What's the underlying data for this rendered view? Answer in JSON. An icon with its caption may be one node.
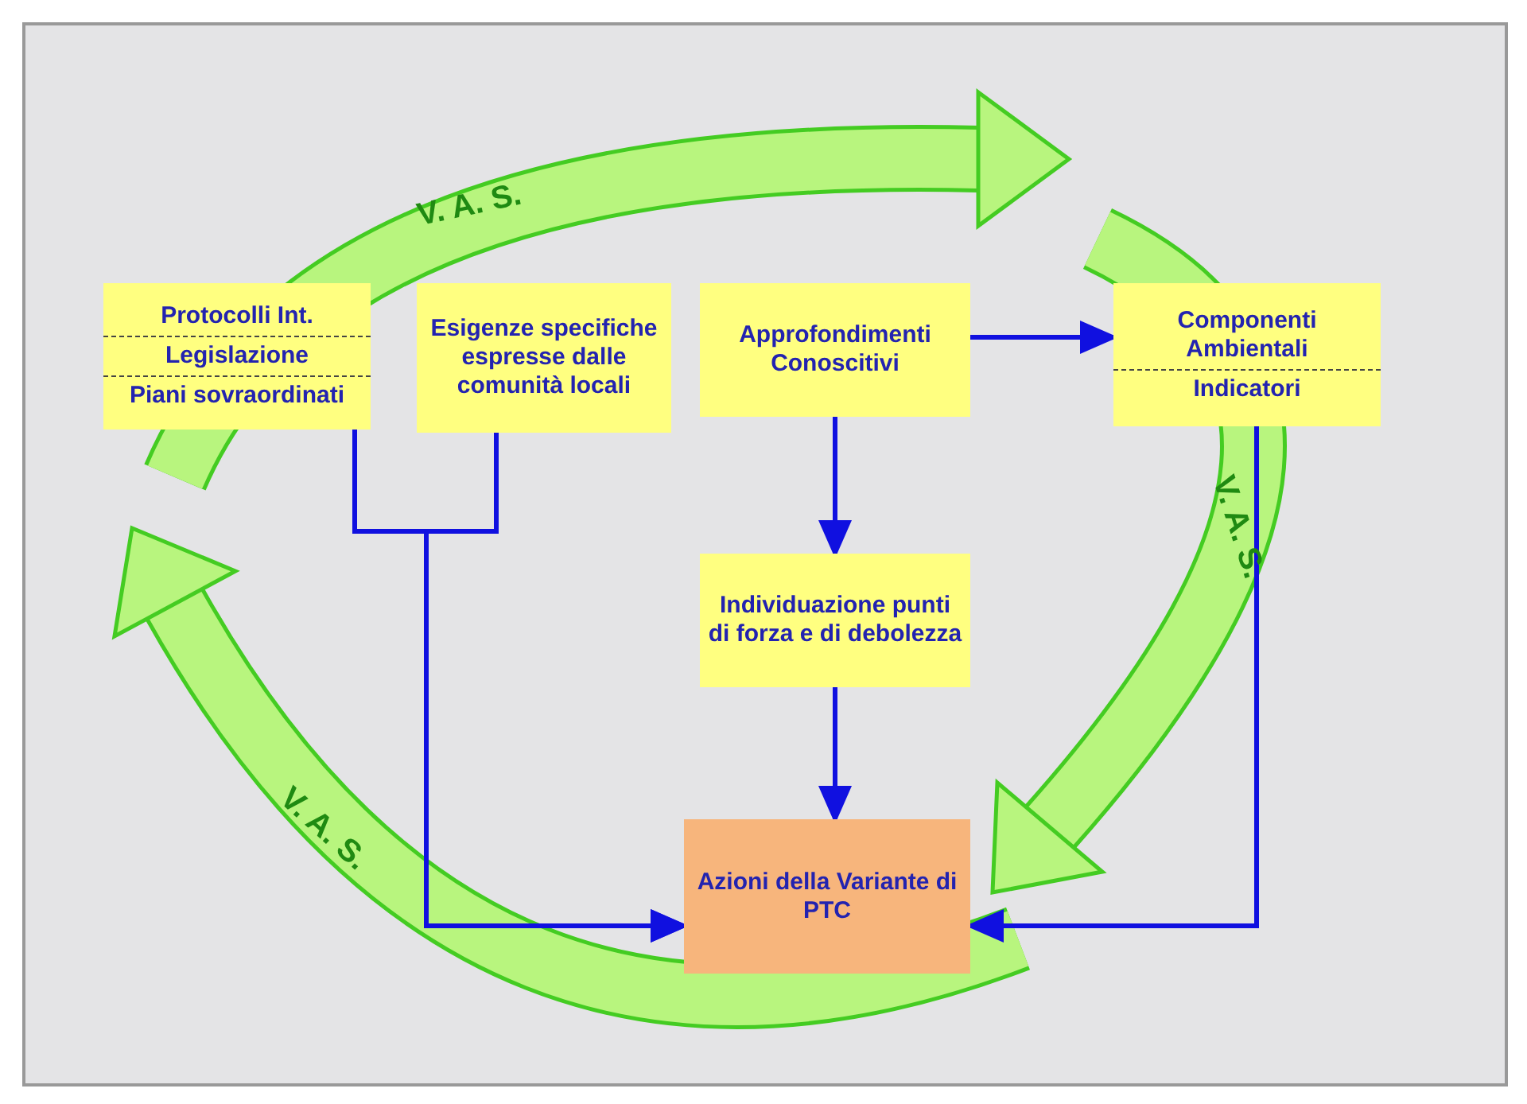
{
  "diagram": {
    "nodes": [
      {
        "text": [
          "Protocolli Int.",
          "Legislazione",
          "Piani sovraordinati"
        ]
      },
      {
        "text": [
          "Esigenze specifiche espresse dalle comunità locali"
        ]
      },
      {
        "text": [
          "Approfondimenti Conoscitivi"
        ]
      },
      {
        "text": [
          "Componenti Ambientali",
          "Indicatori"
        ]
      },
      {
        "text": [
          "Individuazione punti di forza e di debolezza"
        ]
      },
      {
        "text": [
          "Azioni della Variante di PTC"
        ]
      }
    ],
    "edges": [
      {
        "from": 0,
        "to": 5,
        "arrow": "to"
      },
      {
        "from": 1,
        "to": 5,
        "arrow": "to"
      },
      {
        "from": 2,
        "to": 3,
        "arrow": "to"
      },
      {
        "from": 2,
        "to": 4,
        "arrow": "to"
      },
      {
        "from": 4,
        "to": 5,
        "arrow": "to"
      },
      {
        "from": 3,
        "to": 5,
        "arrow": "to"
      }
    ],
    "labels": [
      "V. A. S.",
      "V. A. S.",
      "V. A. S."
    ]
  }
}
